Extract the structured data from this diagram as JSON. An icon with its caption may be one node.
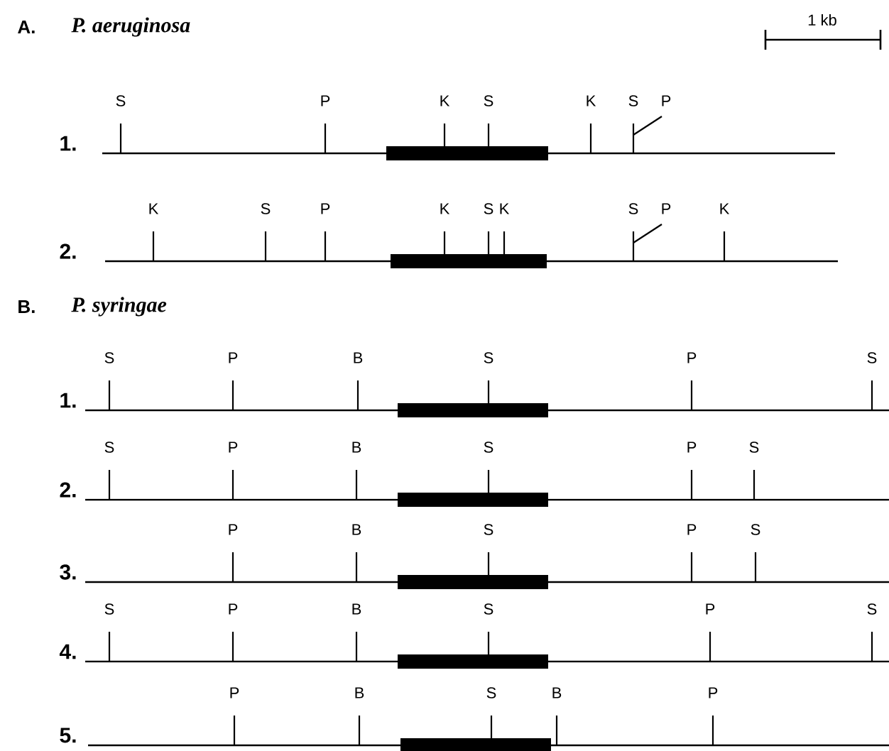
{
  "diagram": {
    "labels": [
      "A.",
      "P. aeruginosa",
      "1 kb",
      "S",
      "P",
      "K",
      "S",
      "K",
      "S",
      "P",
      "1.",
      "K",
      "S",
      "P",
      "K",
      "S",
      "K",
      "S",
      "P",
      "K",
      "2.",
      "B.",
      "P. syringae",
      "S",
      "P",
      "B",
      "S",
      "P",
      "S",
      "1.",
      "S",
      "P",
      "B",
      "S",
      "P",
      "S",
      "2.",
      "P",
      "B",
      "S",
      "P",
      "S",
      "3.",
      "S",
      "P",
      "B",
      "S",
      "P",
      "S",
      "4.",
      "P",
      "B",
      "S",
      "B",
      "P",
      "5."
    ]
  }
}
